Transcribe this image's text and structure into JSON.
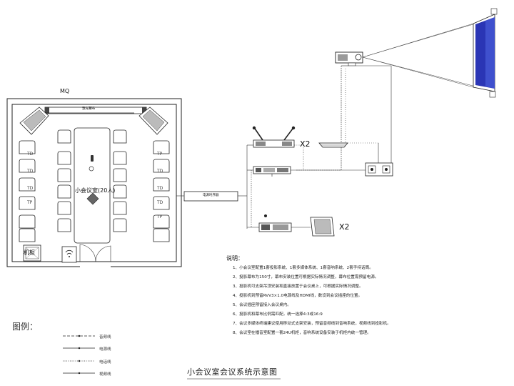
{
  "room": {
    "mq_label": "MQ",
    "projection_screen_label": "激光幕布",
    "table_label": "小会议室(20人)",
    "tp_labels": [
      "TD",
      "TD",
      "TD",
      "TP",
      "TP",
      "TD",
      "TD",
      "TD",
      "TP"
    ],
    "cabinet_label": "机柜"
  },
  "equipment": {
    "x2_top": "X2",
    "x2_bottom": "X2",
    "rack_box_label": "电源时序器"
  },
  "notes": {
    "title": "说明：",
    "lines": [
      "1、小会议室配置1套投影系统、1套多媒体系统、1套音响系统、2套手持话筒。",
      "2、投影幕布为150寸，幕布安装位置可根据实际情况调整，幕布位置需预留电源。",
      "3、投影机可支架吊顶安装和直接放置于会议桌上，可根据实际情况调整。",
      "4、投影机到预留RVV3×1.0电源线及HDMI线，数设到会议插座的位置。",
      "5、会议插座预留接入会议桌内。",
      "6、投影机和幕布比例需匹配，统一选择4:3或16:9",
      "7、会议多媒体终端建议使用移动式支架安装，预留音频线到音响系统，视频线到投影机。",
      "8、会议室在播音室配置一套24U机柜，音响系统设备安装于机柜内统一管理。"
    ]
  },
  "legend": {
    "title": "图例：",
    "items": [
      "音频线",
      "电源线",
      "电话线",
      "视频线"
    ]
  },
  "caption": "小会议室会议系统示意图"
}
